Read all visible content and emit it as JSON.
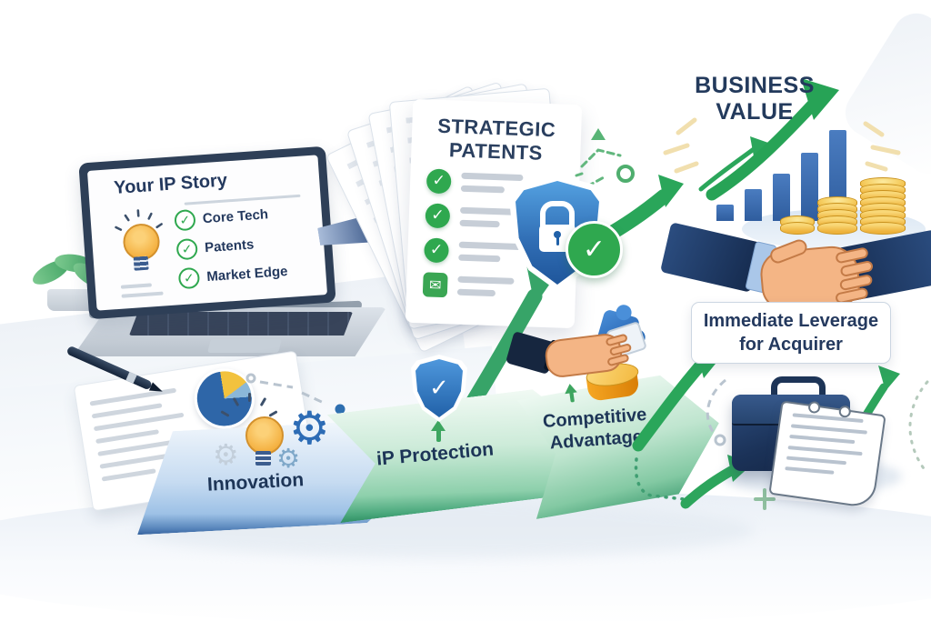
{
  "illustration": {
    "subject": "IP value flow infographic",
    "colors": {
      "navy_text": "#24395e",
      "green_accent": "#2fa84f",
      "blue_shield": "#2f6cb3",
      "bar_blue": "#2f5d9e",
      "coin_gold": "#eeb33c",
      "chevron_blue": "#9dc1e6",
      "chevron_green": "#8ed0ac"
    }
  },
  "laptop_screen": {
    "title": "Your IP Story",
    "checklist": [
      {
        "label": "Core Tech"
      },
      {
        "label": "Patents"
      },
      {
        "label": "Market Edge"
      }
    ]
  },
  "patents_doc": {
    "title_line1": "STRATEGIC",
    "title_line2": "PATENTS"
  },
  "business_value": {
    "title_line1": "BUSINESS",
    "title_line2": "VALUE",
    "bars": [
      18,
      35,
      52,
      75,
      100
    ],
    "coin_stacks": [
      2,
      5,
      8
    ]
  },
  "leverage_box": {
    "line1": "Immediate Leverage",
    "line2": "for Acquirer"
  },
  "process_steps": [
    {
      "label": "Innovation"
    },
    {
      "label": "iP Protection"
    },
    {
      "label": "Competitive Advantage"
    }
  ],
  "icons": {
    "check": "✓",
    "gear": "⚙",
    "envelope": "✉"
  }
}
